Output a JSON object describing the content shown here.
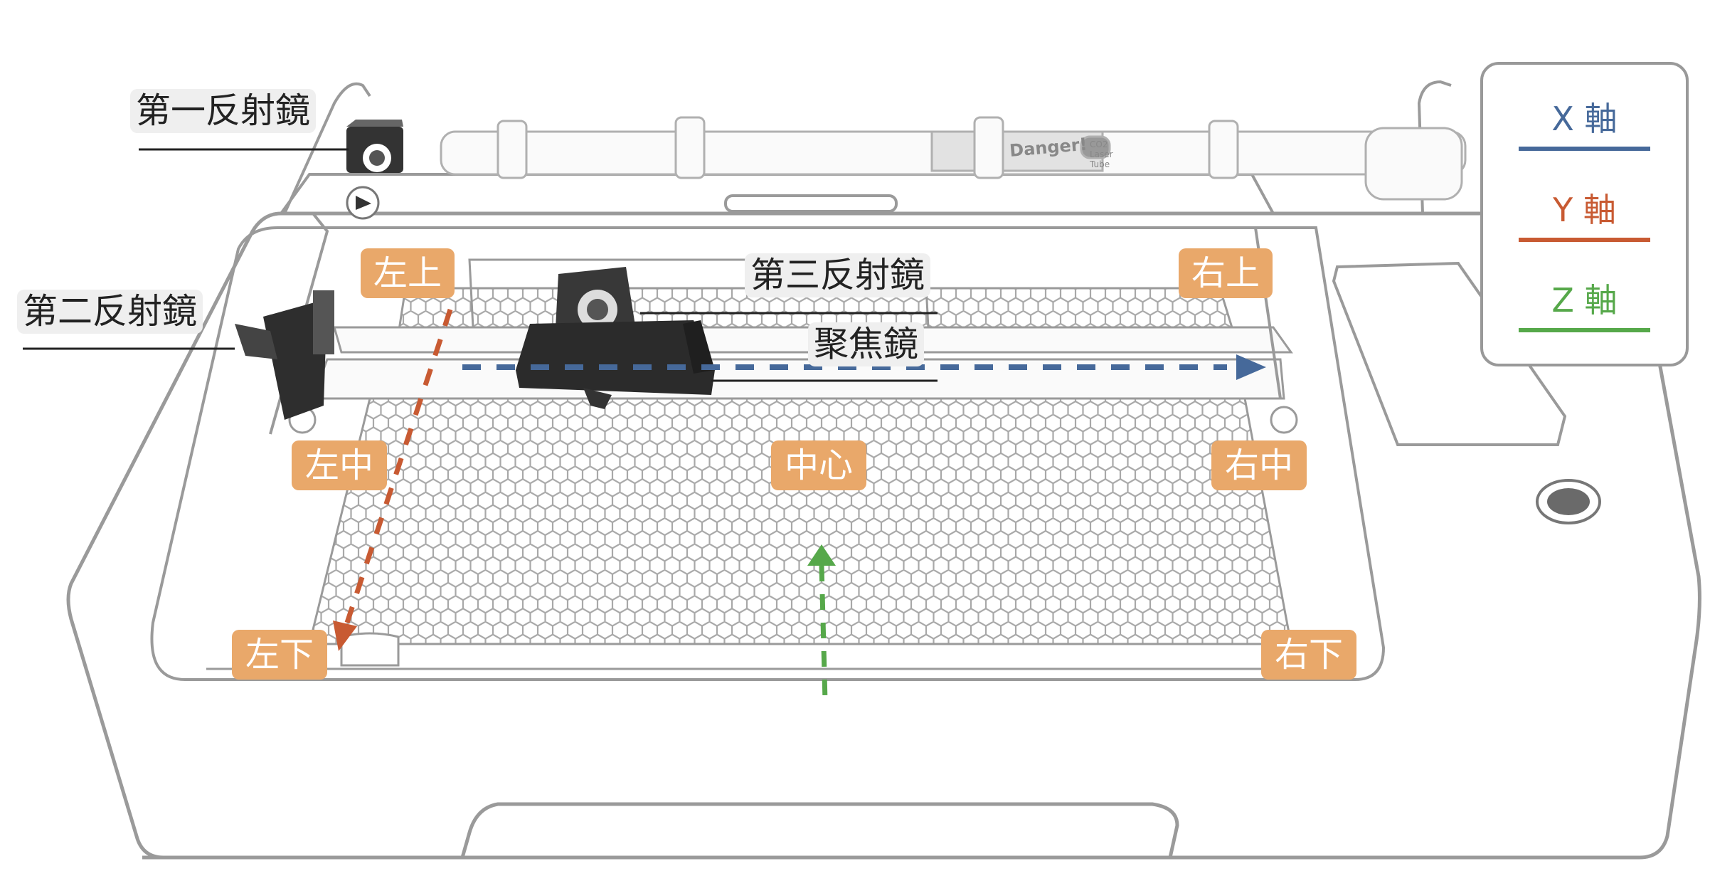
{
  "callouts": {
    "mirror1": "第一反射鏡",
    "mirror2": "第二反射鏡",
    "mirror3": "第三反射鏡",
    "focus_lens": "聚焦鏡"
  },
  "positions": {
    "top_left": "左上",
    "top_right": "右上",
    "mid_left": "左中",
    "center": "中心",
    "mid_right": "右中",
    "bottom_left": "左下",
    "bottom_right": "右下"
  },
  "tube_label": {
    "danger": "Danger!",
    "line1": "CO2",
    "line2": "Laser",
    "line3": "Tube"
  },
  "legend": {
    "x_axis": "X 軸",
    "y_axis": "Y 軸",
    "z_axis": "Z 軸"
  },
  "colors": {
    "x_axis": "#46699a",
    "y_axis": "#c85a32",
    "z_axis": "#56a84a",
    "label_bg": "#e9a86a",
    "outline": "#9a9a9a"
  },
  "icons": [
    "mirror-1-icon",
    "mirror-2-icon",
    "laser-head-icon",
    "emergency-button-icon"
  ]
}
